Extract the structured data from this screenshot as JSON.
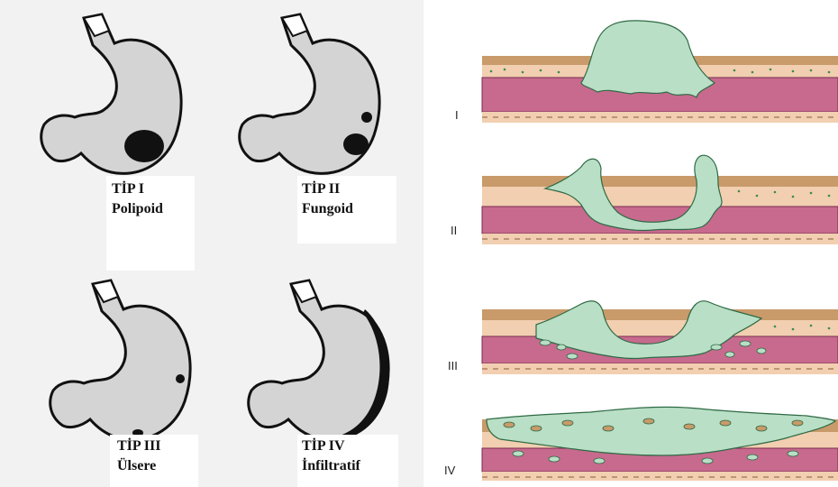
{
  "types": [
    {
      "title": "TİP I",
      "name": "Polipoid"
    },
    {
      "title": "TİP II",
      "name": "Fungoid"
    },
    {
      "title": "TİP III",
      "name": "Ülsere"
    },
    {
      "title": "TİP IV",
      "name": "İnfiltratif"
    }
  ],
  "cross_sections": [
    {
      "numeral": "I"
    },
    {
      "numeral": "II"
    },
    {
      "numeral": "III"
    },
    {
      "numeral": "IV"
    }
  ],
  "colors": {
    "background_left": "#f2f2f2",
    "stomach_fill": "#d4d4d4",
    "tumor": "#111111",
    "serosa": "#f1cfb0",
    "submucosa": "#e8c9a8",
    "mucosa_top": "#c99a6a",
    "muscularis": "#c76a8e",
    "tumor_section": "#b9dfc6",
    "tumor_outline": "#2f6a45"
  }
}
